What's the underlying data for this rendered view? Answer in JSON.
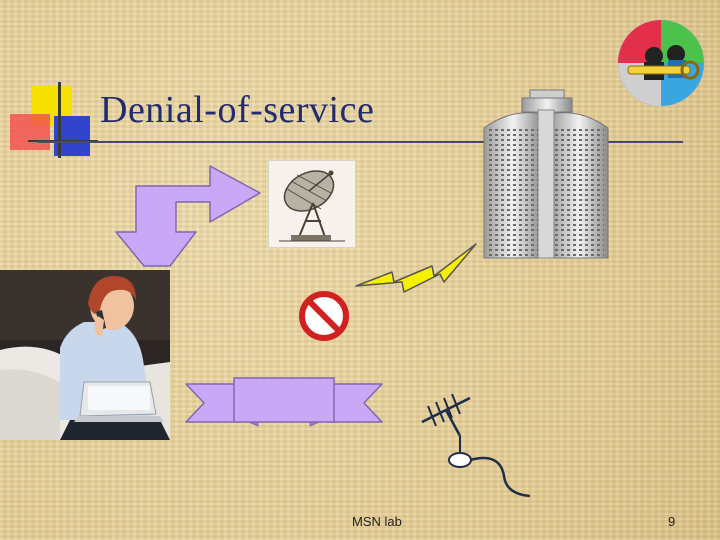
{
  "slide": {
    "title": "Denial-of-service",
    "footer_center": "MSN lab",
    "page_number": "9"
  },
  "colors": {
    "background": "#e8d49e",
    "title_text": "#222b6e",
    "arrow_fill": "#c9a8f7",
    "lightning_fill": "#f5f000",
    "prohibit_red": "#d12020"
  },
  "icons": {
    "logo": "team-logo-icon",
    "accent": "color-block-accent-icon",
    "dish": "satellite-dish-icon",
    "building": "office-tower-icon",
    "lightning": "lightning-bolt-icon",
    "prohibit": "no-entry-icon",
    "antenna": "antenna-icon",
    "photo": "woman-with-phone-and-laptop-photo"
  }
}
